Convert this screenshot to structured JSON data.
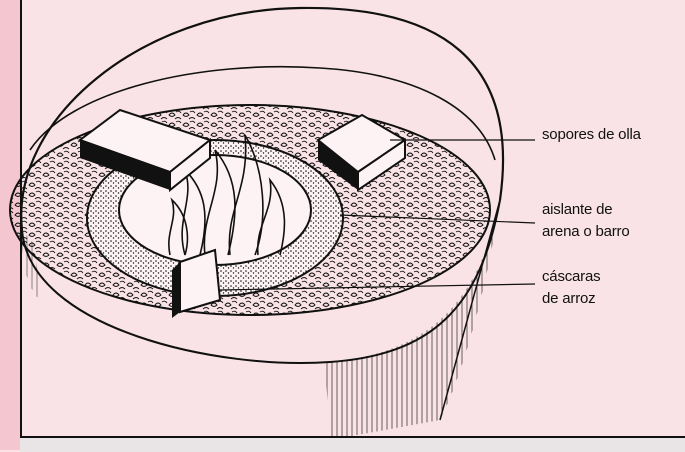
{
  "labels": {
    "pot_supports": "sopores de olla",
    "insulation_line1": "aislante de",
    "insulation_line2": "arena o barro",
    "husks_line1": "cáscaras",
    "husks_line2": "de arroz"
  },
  "colors": {
    "background": "#f9e3e6",
    "sidebar": "#f4c7d0",
    "bottom_band": "#e9e5e6",
    "ink": "#111111"
  }
}
